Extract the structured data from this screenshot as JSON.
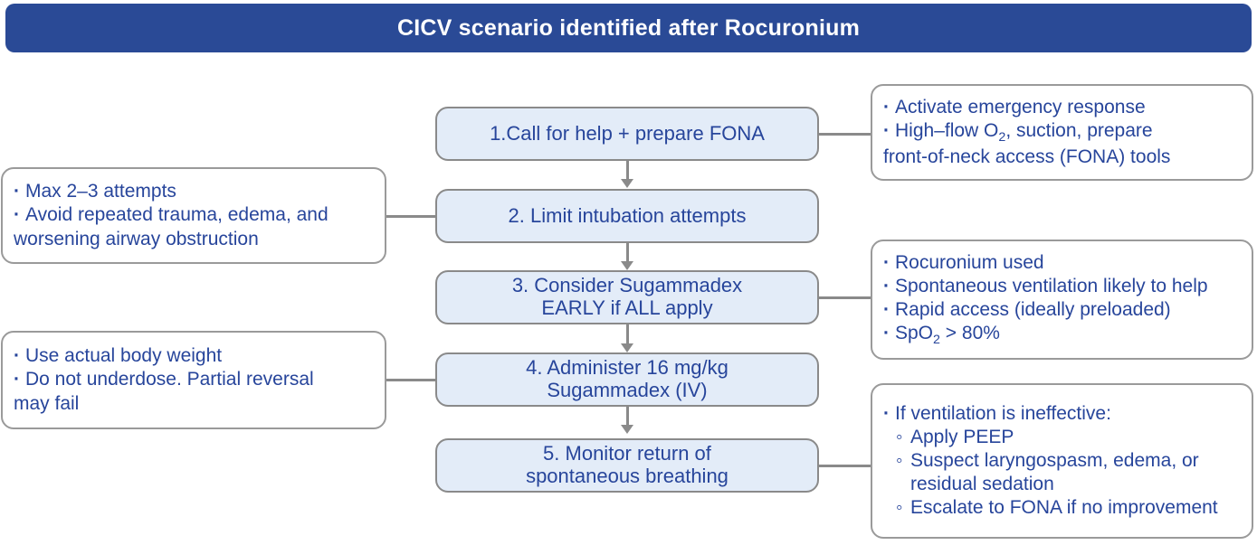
{
  "header": {
    "title": "CICV scenario identified after Rocuronium",
    "background_color": "#2A4A96",
    "text_color": "#FFFFFF"
  },
  "theme": {
    "step_fill": "#E3ECF8",
    "step_border": "#8A8A8A",
    "text_blue": "#27459B",
    "note_border": "#9A9A9A",
    "connector_gray": "#8A8A8A"
  },
  "flow": {
    "steps": [
      {
        "id": "step-1",
        "line1": "1.Call for help + prepare FONA",
        "line2": ""
      },
      {
        "id": "step-2",
        "line1": "2. Limit intubation attempts",
        "line2": ""
      },
      {
        "id": "step-3",
        "line1": "3. Consider Sugammadex",
        "line2": "EARLY if ALL apply"
      },
      {
        "id": "step-4",
        "line1": "4. Administer 16 mg/kg",
        "line2": "Sugammadex (IV)"
      },
      {
        "id": "step-5",
        "line1": "5. Monitor return of",
        "line2": "spontaneous breathing"
      }
    ]
  },
  "notes": {
    "right_top": {
      "id": "note-step-1",
      "lines": [
        {
          "marker": "square",
          "text": "Activate emergency response"
        },
        {
          "marker": "square",
          "text_html": true,
          "text": "High-flow O2, suction, prepare"
        },
        {
          "marker": "none",
          "text": "front-of-neck access (FONA) tools"
        }
      ]
    },
    "left_top": {
      "id": "note-step-2",
      "lines": [
        {
          "marker": "square",
          "text": "Max 2–3 attempts"
        },
        {
          "marker": "square",
          "text": "Avoid repeated trauma, edema, and"
        },
        {
          "marker": "none",
          "text": "worsening airway obstruction"
        }
      ]
    },
    "right_mid": {
      "id": "note-step-3",
      "lines": [
        {
          "marker": "square",
          "text": "Rocuronium used"
        },
        {
          "marker": "square",
          "text": "Spontaneous ventilation likely to help"
        },
        {
          "marker": "square",
          "text": "Rapid access (ideally preloaded)"
        },
        {
          "marker": "square",
          "text": "SpO2 > 80%"
        }
      ]
    },
    "left_mid": {
      "id": "note-step-4",
      "lines": [
        {
          "marker": "square",
          "text": "Use actual body weight"
        },
        {
          "marker": "square",
          "text": "Do not underdose. Partial reversal"
        },
        {
          "marker": "none",
          "text": "may fail"
        }
      ]
    },
    "right_bottom": {
      "id": "note-step-5",
      "lines": [
        {
          "marker": "square",
          "text": "If ventilation is ineffective:"
        },
        {
          "marker": "circle",
          "text": "Apply PEEP"
        },
        {
          "marker": "circle",
          "text": "Suspect laryngospasm, edema, or"
        },
        {
          "marker": "none-sub",
          "text": "residual sedation"
        },
        {
          "marker": "circle",
          "text": "Escalate to FONA if no improvement"
        }
      ]
    }
  }
}
